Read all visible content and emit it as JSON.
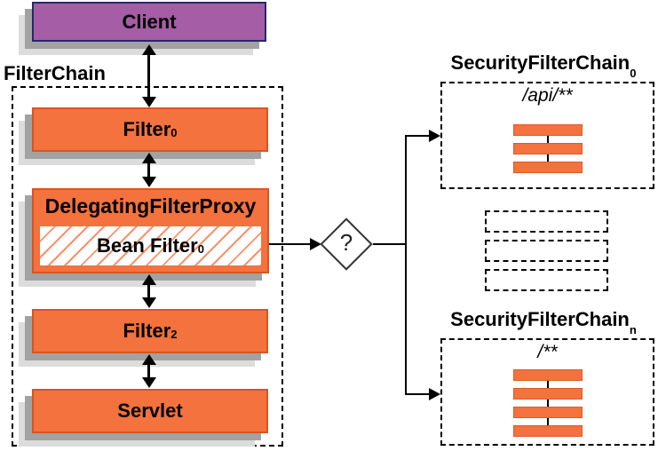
{
  "nodes": {
    "client": "Client",
    "filter_chain_label": "FilterChain",
    "filter0": {
      "base": "Filter",
      "sub": "0"
    },
    "delegating_filter_proxy": "DelegatingFilterProxy",
    "bean_filter": {
      "base": "Bean Filter",
      "sub": "0"
    },
    "filter2": {
      "base": "Filter",
      "sub": "2"
    },
    "servlet": "Servlet"
  },
  "decision": {
    "label": "?"
  },
  "chains": {
    "chain0": {
      "title": "SecurityFilterChain",
      "sub": "0",
      "url_pattern": "/api/**",
      "bars": 3
    },
    "chain_n": {
      "title": "SecurityFilterChain",
      "sub": "n",
      "url_pattern": "/**",
      "bars": 4
    },
    "placeholders": 3
  },
  "colors": {
    "orange_fill": "#f3723e",
    "orange_border": "#da5420",
    "purple_fill": "#a55da5",
    "purple_border": "#27276b",
    "shadow_dark": "#a2a2a2",
    "shadow_light": "#dcdcdc",
    "line_black": "#000000"
  }
}
